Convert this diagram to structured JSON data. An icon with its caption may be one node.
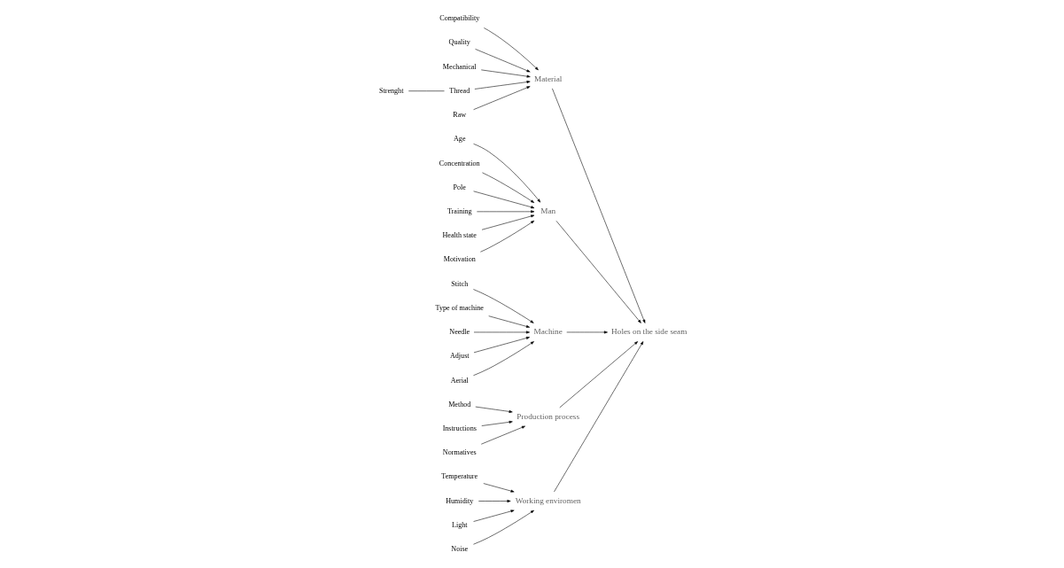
{
  "diagram": {
    "nodes": [
      {
        "text": [
          "Holes on the side seam"
        ]
      },
      {
        "text": [
          "Material"
        ]
      },
      {
        "text": [
          "Man"
        ]
      },
      {
        "text": [
          "Machine"
        ]
      },
      {
        "text": [
          "Production process"
        ]
      },
      {
        "text": [
          "Working enviromen"
        ]
      },
      {
        "text": [
          "Compatibility"
        ]
      },
      {
        "text": [
          "Quality"
        ]
      },
      {
        "text": [
          "Mechanical"
        ]
      },
      {
        "text": [
          "Thread"
        ]
      },
      {
        "text": [
          "Raw"
        ]
      },
      {
        "text": [
          "Strenght"
        ]
      },
      {
        "text": [
          "Age"
        ]
      },
      {
        "text": [
          "Concentration"
        ]
      },
      {
        "text": [
          "Pole"
        ]
      },
      {
        "text": [
          "Training"
        ]
      },
      {
        "text": [
          "Health state"
        ]
      },
      {
        "text": [
          "Motivation"
        ]
      },
      {
        "text": [
          "Stitch"
        ]
      },
      {
        "text": [
          "Type of machine"
        ]
      },
      {
        "text": [
          "Needle"
        ]
      },
      {
        "text": [
          "Adjust"
        ]
      },
      {
        "text": [
          "Aerial"
        ]
      },
      {
        "text": [
          "Method"
        ]
      },
      {
        "text": [
          "Instructions"
        ]
      },
      {
        "text": [
          "Normatives"
        ]
      },
      {
        "text": [
          "Temperature"
        ]
      },
      {
        "text": [
          "Humidity"
        ]
      },
      {
        "text": [
          "Light"
        ]
      },
      {
        "text": [
          "Noise"
        ]
      }
    ],
    "edges": [
      {
        "from": 1,
        "to": 0,
        "arrow": "to"
      },
      {
        "from": 2,
        "to": 0,
        "arrow": "to"
      },
      {
        "from": 3,
        "to": 0,
        "arrow": "to"
      },
      {
        "from": 4,
        "to": 0,
        "arrow": "to"
      },
      {
        "from": 5,
        "to": 0,
        "arrow": "to"
      },
      {
        "from": 6,
        "to": 1,
        "arrow": "to"
      },
      {
        "from": 7,
        "to": 1,
        "arrow": "to"
      },
      {
        "from": 8,
        "to": 1,
        "arrow": "to"
      },
      {
        "from": 9,
        "to": 1,
        "arrow": "to"
      },
      {
        "from": 10,
        "to": 1,
        "arrow": "to"
      },
      {
        "from": 11,
        "to": 9,
        "arrow": "none"
      },
      {
        "from": 12,
        "to": 2,
        "arrow": "to"
      },
      {
        "from": 13,
        "to": 2,
        "arrow": "to"
      },
      {
        "from": 14,
        "to": 2,
        "arrow": "to"
      },
      {
        "from": 15,
        "to": 2,
        "arrow": "to"
      },
      {
        "from": 16,
        "to": 2,
        "arrow": "to"
      },
      {
        "from": 17,
        "to": 2,
        "arrow": "to"
      },
      {
        "from": 18,
        "to": 3,
        "arrow": "to"
      },
      {
        "from": 19,
        "to": 3,
        "arrow": "to"
      },
      {
        "from": 20,
        "to": 3,
        "arrow": "to"
      },
      {
        "from": 21,
        "to": 3,
        "arrow": "to"
      },
      {
        "from": 22,
        "to": 3,
        "arrow": "to"
      },
      {
        "from": 23,
        "to": 4,
        "arrow": "to"
      },
      {
        "from": 24,
        "to": 4,
        "arrow": "to"
      },
      {
        "from": 25,
        "to": 4,
        "arrow": "to"
      },
      {
        "from": 26,
        "to": 5,
        "arrow": "to"
      },
      {
        "from": 27,
        "to": 5,
        "arrow": "to"
      },
      {
        "from": 28,
        "to": 5,
        "arrow": "to"
      },
      {
        "from": 29,
        "to": 5,
        "arrow": "to"
      }
    ]
  }
}
